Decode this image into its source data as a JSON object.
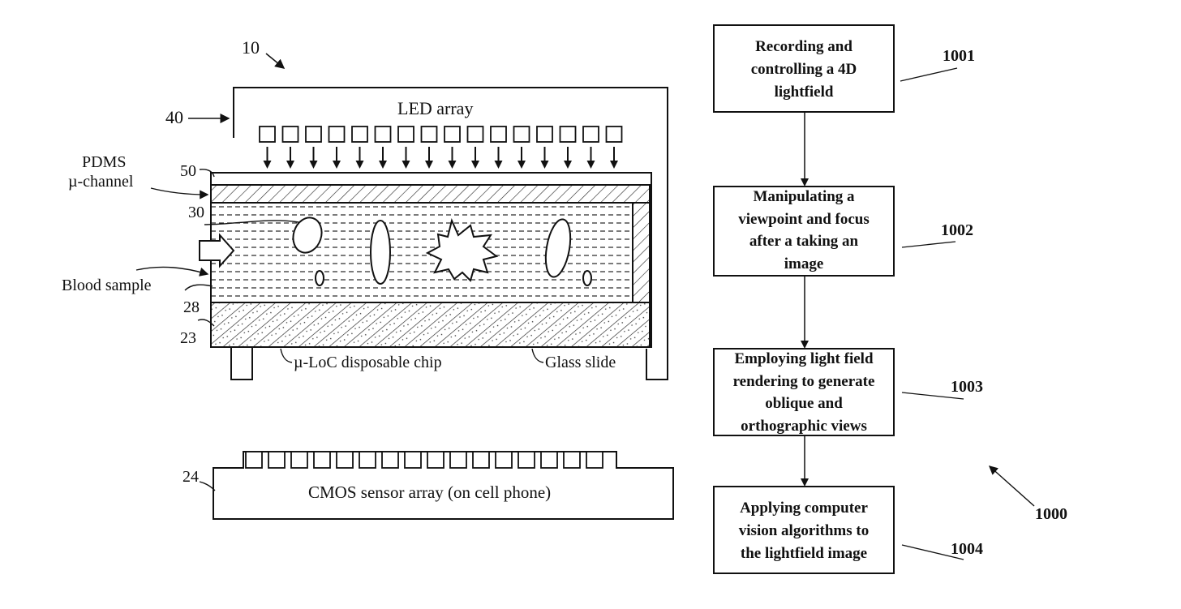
{
  "apparatus": {
    "reference_main": "10",
    "led_array": {
      "label": "LED array",
      "ref": "40",
      "led_count": 16
    },
    "channel_label": [
      "PDMS",
      "µ-channel"
    ],
    "refs": {
      "top_layer": "50",
      "cells": "30",
      "sample_layer": "28",
      "glass": "23",
      "sensor": "24"
    },
    "blood_sample_label": "Blood sample",
    "chip_label": "µ-LoC disposable chip",
    "glass_label": "Glass slide",
    "sensor": {
      "label": "CMOS sensor array (on cell phone)",
      "pixel_count": 16
    }
  },
  "flowchart": {
    "reference": "1000",
    "steps": [
      {
        "id": "1001",
        "lines": [
          "Recording and",
          "controlling a 4D",
          "lightfield"
        ]
      },
      {
        "id": "1002",
        "lines": [
          "Manipulating a",
          "viewpoint and focus",
          "after a taking an",
          "image"
        ]
      },
      {
        "id": "1003",
        "lines": [
          "Employing light field",
          "rendering to generate",
          "oblique and",
          "orthographic views"
        ]
      },
      {
        "id": "1004",
        "lines": [
          "Applying computer",
          "vision algorithms to",
          "the lightfield image"
        ]
      }
    ]
  },
  "colors": {
    "ink": "#111111",
    "paper": "#ffffff"
  }
}
